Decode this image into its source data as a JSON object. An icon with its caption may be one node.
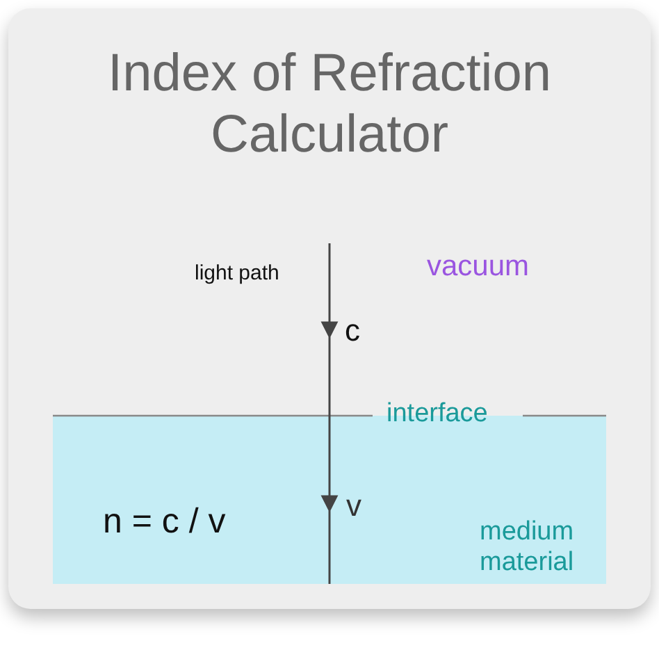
{
  "diagram": {
    "title": "Index of Refraction Calculator",
    "labels": [
      "light path",
      "vacuum",
      "c",
      "interface",
      "v",
      "n = c / v",
      "medium material"
    ]
  }
}
